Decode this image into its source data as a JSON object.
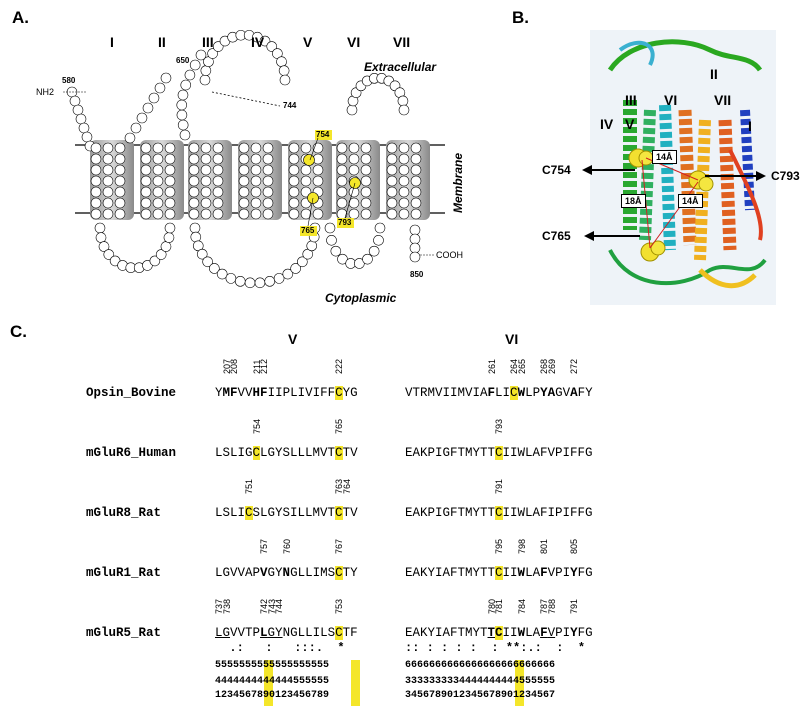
{
  "panels": {
    "a": "A.",
    "b": "B.",
    "c": "C."
  },
  "panel_a": {
    "helices": [
      "I",
      "II",
      "III",
      "IV",
      "V",
      "VI",
      "VII"
    ],
    "extracellular": "Extracellular",
    "cytoplasmic": "Cytoplasmic",
    "membrane": "Membrane",
    "nh2": "NH2",
    "cooh": "COOH",
    "nums": {
      "n580": "580",
      "n650": "650",
      "n744": "744",
      "n754": "754",
      "n765": "765",
      "n793": "793",
      "n850": "850"
    }
  },
  "panel_b": {
    "helices": [
      "II",
      "III",
      "VI",
      "VII",
      "IV",
      "V",
      "I"
    ],
    "cys_labels": [
      "C754",
      "C793",
      "C765"
    ],
    "distances": [
      "14Å",
      "18Å",
      "14Å"
    ]
  },
  "panel_c": {
    "helix_v": "V",
    "helix_vi": "VI",
    "sequences": [
      {
        "name": "Opsin_Bovine"
      },
      {
        "name": "mGluR6_Human"
      },
      {
        "name": "mGluR8_Rat"
      },
      {
        "name": "mGluR1_Rat"
      },
      {
        "name": "mGluR5_Rat"
      }
    ],
    "pos_v": {
      "opsin": [
        "207",
        "208",
        "211",
        "212",
        "222"
      ],
      "m6": [
        "754",
        "765"
      ],
      "m8": [
        "751",
        "763",
        "764"
      ],
      "m1": [
        "757",
        "760",
        "767"
      ],
      "m5": [
        "737",
        "738",
        "742",
        "743",
        "744",
        "753"
      ]
    },
    "pos_vi": {
      "opsin": [
        "261",
        "264",
        "265",
        "268",
        "269",
        "272"
      ],
      "m6": [
        "793"
      ],
      "m8": [
        "791"
      ],
      "m1": [
        "795",
        "798",
        "801",
        "805"
      ],
      "m5": [
        "780",
        "781",
        "784",
        "787",
        "788",
        "791"
      ]
    },
    "conservation_v": "  .:   :   :::.  *",
    "conservation_vi": ":: : : : :  : **:.:  :  *",
    "numrow_v": [
      "5555555555555555555",
      "4444444444444555555",
      "1234567890123456789"
    ],
    "numrow_vi": [
      "6666666666666666666666666",
      "3333333334444444444555555",
      "3456789012345678901234567"
    ]
  }
}
